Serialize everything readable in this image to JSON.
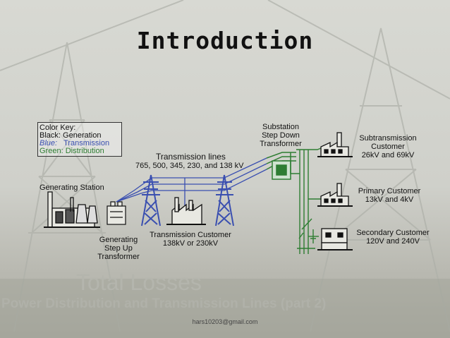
{
  "title": "Introduction",
  "color_key": {
    "heading": "Color Key:",
    "items": [
      {
        "label": "Black:",
        "value": "Generation",
        "color": "#111111"
      },
      {
        "label": "Blue:",
        "value": "Transmission",
        "color": "#3a4fb0"
      },
      {
        "label": "Green:",
        "value": "Distribution",
        "color": "#2e7d32"
      }
    ]
  },
  "colors": {
    "generation": "#111111",
    "transmission": "#3a4fb0",
    "distribution": "#2e7d32"
  },
  "labels": {
    "generating_station": "Generating Station",
    "transmission_lines": "Transmission lines",
    "transmission_voltages": "765, 500, 345, 230, and 138 kV",
    "gsu_1": "Generating",
    "gsu_2": "Step Up",
    "gsu_3": "Transformer",
    "tc_1": "Transmission Customer",
    "tc_2": "138kV or 230kV",
    "sub_1": "Substation",
    "sub_2": "Step Down",
    "sub_3": "Transformer",
    "subt_1": "Subtransmission",
    "subt_2": "Customer",
    "subt_3": "26kV and 69kV",
    "prim_1": "Primary Customer",
    "prim_2": "13kV and 4kV",
    "sec_1": "Secondary Customer",
    "sec_2": "120V and 240V"
  },
  "background_text": {
    "line1": "Total Losses",
    "line2": "Power Distribution and Transmission Lines (part 2)"
  },
  "footer_email": "hars10203@gmail.com"
}
